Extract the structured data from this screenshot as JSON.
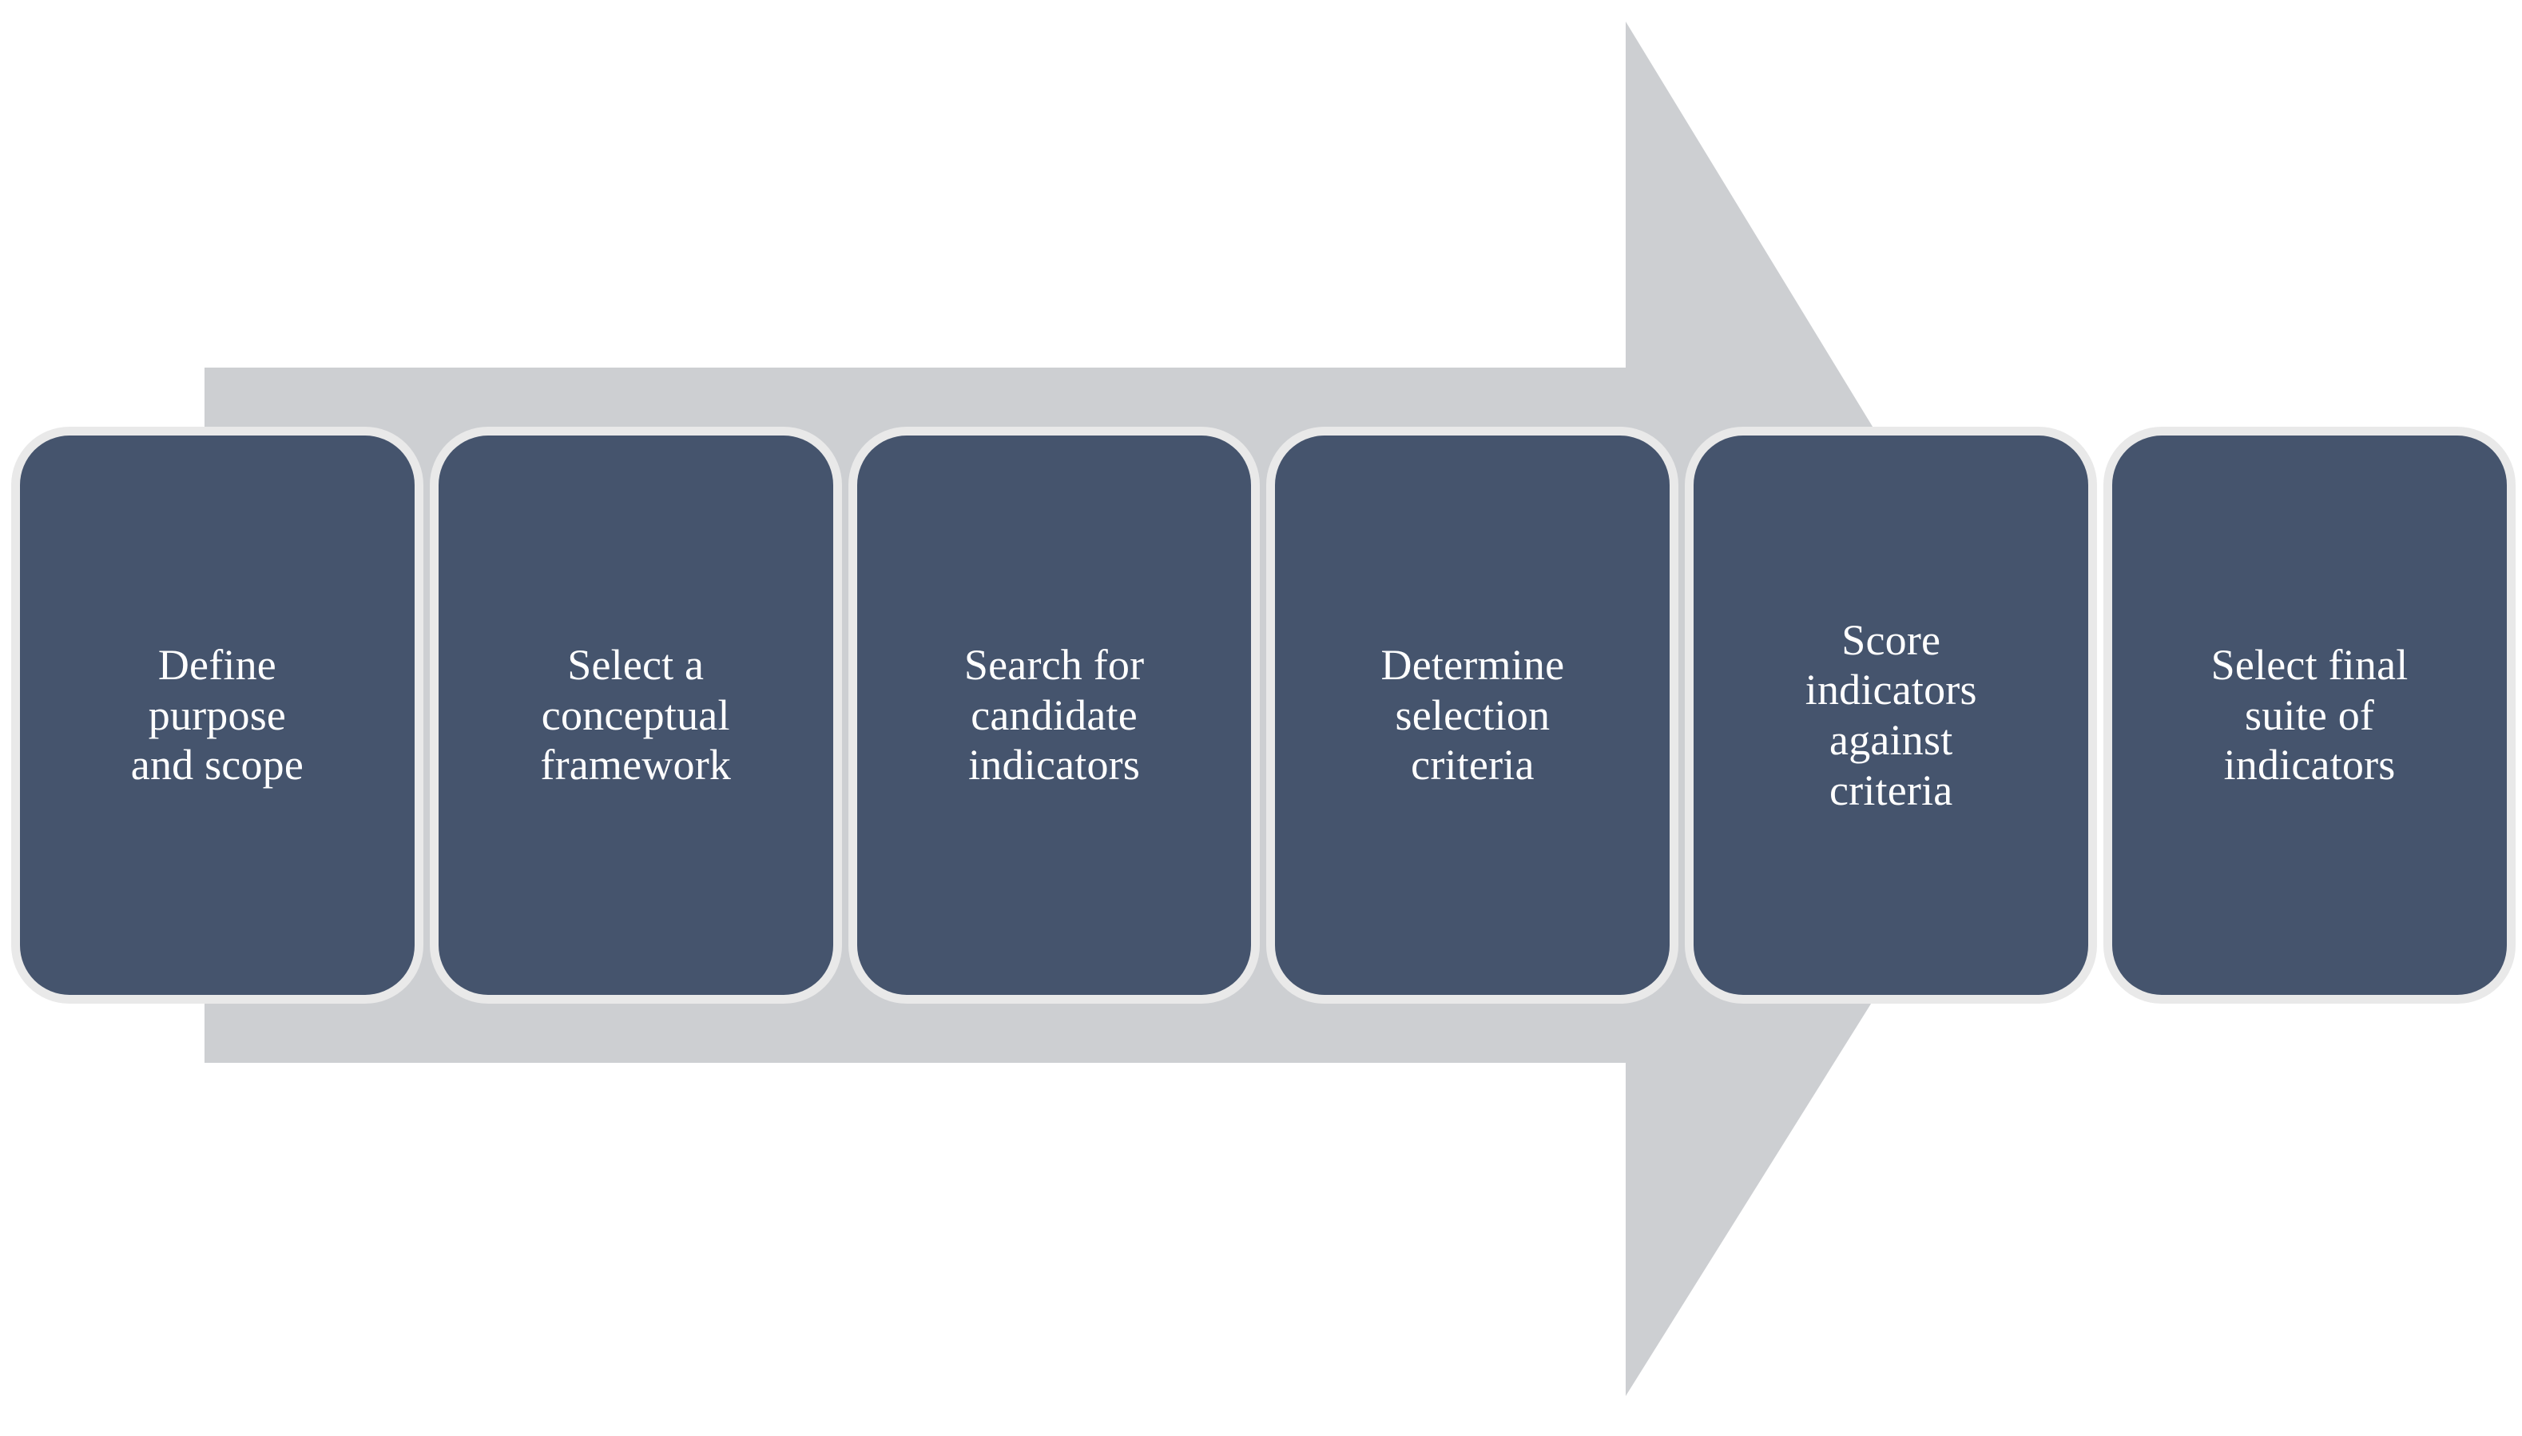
{
  "diagram": {
    "type": "process-arrow-flow",
    "direction": "left-to-right",
    "arrow": {
      "name": "process-arrow",
      "fill_color": "#CDCFD2"
    },
    "box_style": {
      "fill_color": "#45546D",
      "border_color": "#E9E9E9",
      "text_color": "#FFFFFF"
    },
    "steps": [
      {
        "order": "1",
        "label": "Define\npurpose\nand scope"
      },
      {
        "order": "2",
        "label": "Select a\nconceptual\nframework"
      },
      {
        "order": "3",
        "label": "Search for\ncandidate\nindicators"
      },
      {
        "order": "4",
        "label": "Determine\nselection\ncriteria"
      },
      {
        "order": "5",
        "label": "Score\nindicators\nagainst\ncriteria"
      },
      {
        "order": "6",
        "label": "Select final\nsuite of\nindicators"
      }
    ]
  }
}
